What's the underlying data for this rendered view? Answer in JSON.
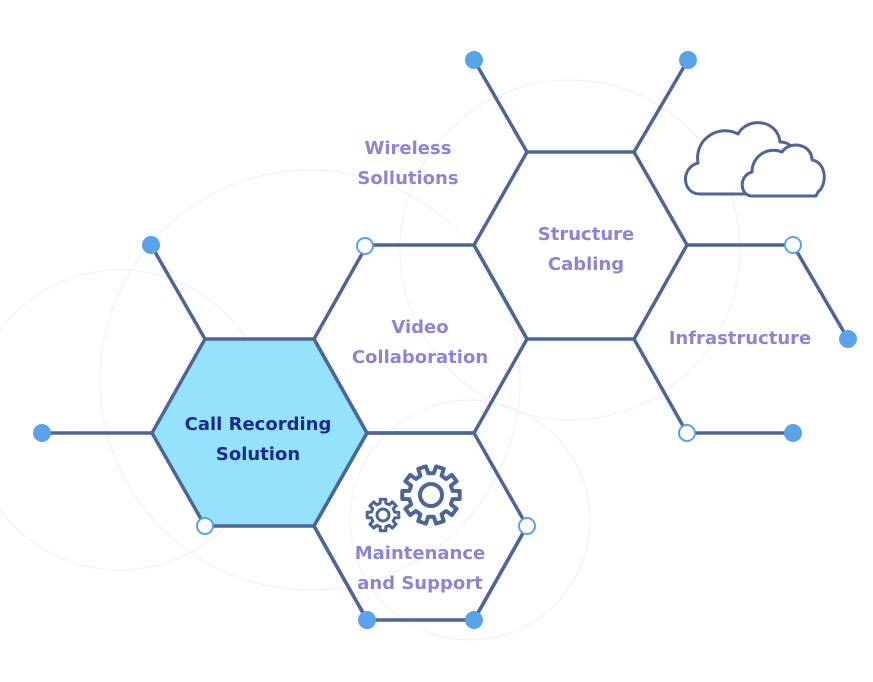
{
  "colors": {
    "line": "#4e6597",
    "node_fill": "#5aa3e8",
    "active_fill": "#94e2fb",
    "label": "#8b86d4",
    "active_label": "#1c2a8e",
    "watermark": "#eef1f6"
  },
  "segments": [
    {
      "id": "call-recording",
      "lines": [
        "Call Recording",
        "Solution"
      ],
      "active": true
    },
    {
      "id": "video-collaboration",
      "lines": [
        "Video",
        "Collaboration"
      ],
      "active": false
    },
    {
      "id": "structure-cabling",
      "lines": [
        "Structure",
        "Cabling"
      ],
      "active": false
    },
    {
      "id": "maintenance-support",
      "lines": [
        "Maintenance",
        "and Support"
      ],
      "active": false
    },
    {
      "id": "wireless-solutions",
      "lines": [
        "Wireless",
        "Sollutions"
      ],
      "active": false
    },
    {
      "id": "infrastructure",
      "lines": [
        "Infrastructure"
      ],
      "active": false
    }
  ],
  "icons": {
    "cloud": "cloud-icon",
    "gears": "gears-icon"
  }
}
